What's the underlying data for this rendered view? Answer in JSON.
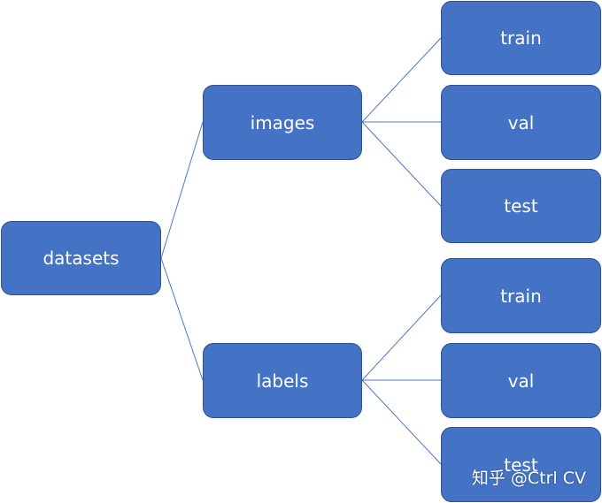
{
  "diagram": {
    "root": {
      "label": "datasets"
    },
    "branches": [
      {
        "label": "images",
        "children": [
          {
            "label": "train"
          },
          {
            "label": "val"
          },
          {
            "label": "test"
          }
        ]
      },
      {
        "label": "labels",
        "children": [
          {
            "label": "train"
          },
          {
            "label": "val"
          },
          {
            "label": "test"
          }
        ]
      }
    ]
  },
  "watermark": {
    "text": "知乎 @Ctrl CV"
  },
  "colors": {
    "node_fill": "#4472c4",
    "node_border": "#2f528f",
    "connector": "#4a78c8",
    "text": "#ffffff"
  }
}
